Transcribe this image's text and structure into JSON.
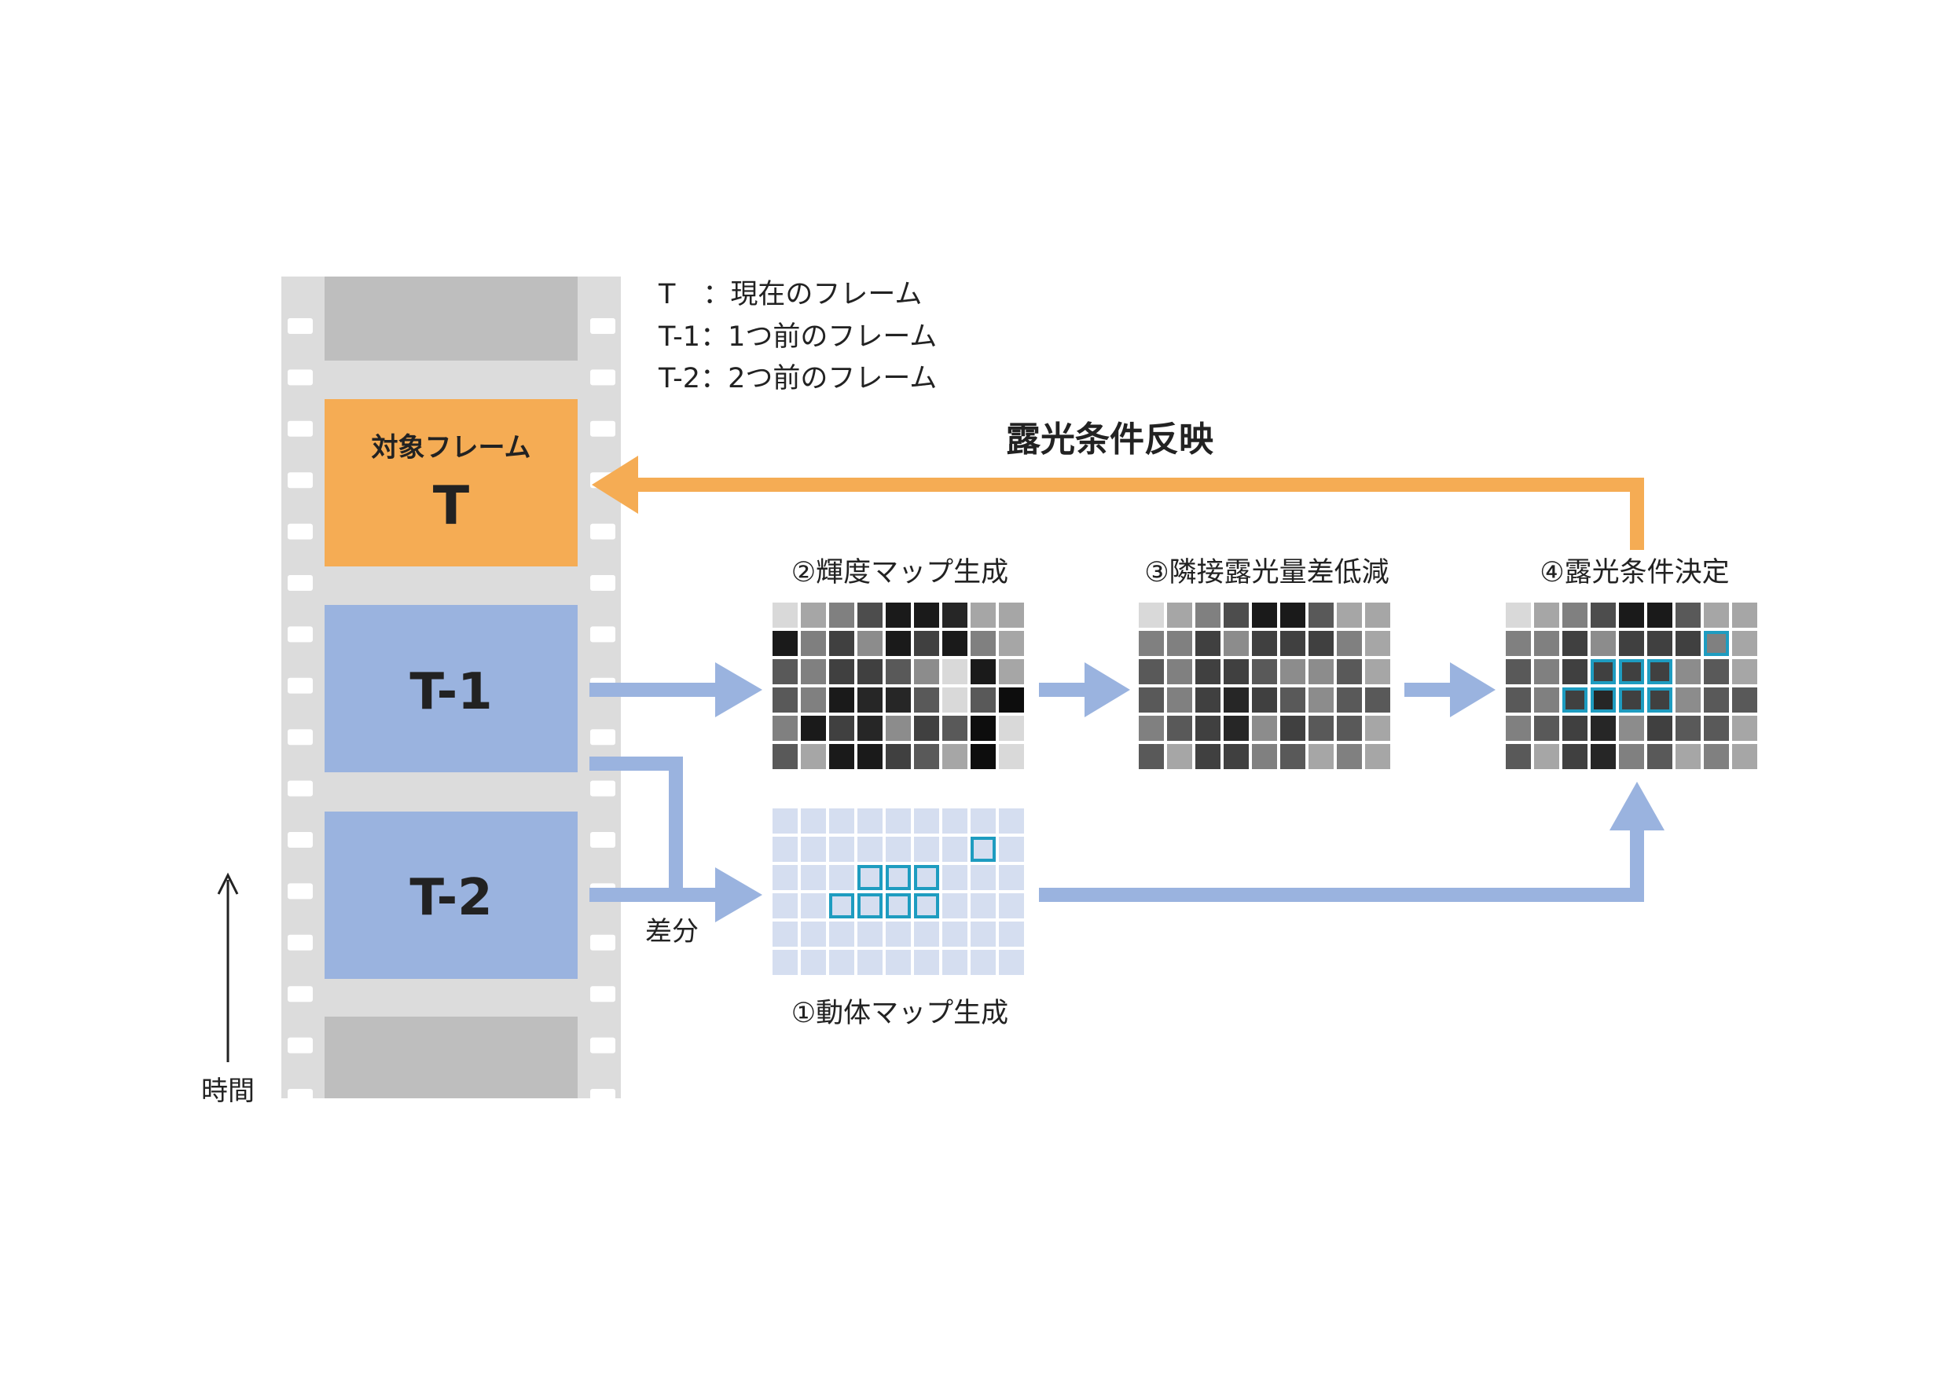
{
  "legend": {
    "lines": [
      "T　：現在のフレーム",
      "T-1：1つ前のフレーム",
      "T-2：2つ前のフレーム"
    ]
  },
  "frames": {
    "target_caption": "対象フレーム",
    "target_label": "T",
    "t1_label": "T-1",
    "t2_label": "T-2"
  },
  "labels": {
    "feedback": "露光条件反映",
    "step1": "①動体マップ生成",
    "step2": "②輝度マップ生成",
    "step3": "③隣接露光量差低減",
    "step4": "④露光条件決定",
    "diff": "差分",
    "time": "時間"
  },
  "colors": {
    "orange": "#F5AC54",
    "blue": "#9AB3DF",
    "film": "#DCDCDC",
    "film_frame": "#BEBEBE",
    "highlight": "#1E9CC0",
    "motion_cell": "#D5DEF0"
  },
  "grids": {
    "luminance": [
      [
        "#d9d9d9",
        "#a6a6a6",
        "#808080",
        "#4d4d4d",
        "#1a1a1a",
        "#1a1a1a",
        "#262626",
        "#a6a6a6",
        "#a6a6a6"
      ],
      [
        "#1a1a1a",
        "#7f7f7f",
        "#404040",
        "#8c8c8c",
        "#1a1a1a",
        "#404040",
        "#1a1a1a",
        "#808080",
        "#a6a6a6"
      ],
      [
        "#595959",
        "#808080",
        "#404040",
        "#404040",
        "#595959",
        "#8c8c8c",
        "#d9d9d9",
        "#1a1a1a",
        "#a6a6a6"
      ],
      [
        "#595959",
        "#808080",
        "#1a1a1a",
        "#262626",
        "#262626",
        "#595959",
        "#d9d9d9",
        "#595959",
        "#0d0d0d"
      ],
      [
        "#808080",
        "#1a1a1a",
        "#404040",
        "#262626",
        "#8c8c8c",
        "#404040",
        "#595959",
        "#0d0d0d",
        "#d9d9d9"
      ],
      [
        "#595959",
        "#a6a6a6",
        "#1a1a1a",
        "#1a1a1a",
        "#404040",
        "#595959",
        "#a6a6a6",
        "#0d0d0d",
        "#d9d9d9"
      ]
    ],
    "smoothed": [
      [
        "#d9d9d9",
        "#a6a6a6",
        "#808080",
        "#4d4d4d",
        "#1a1a1a",
        "#1a1a1a",
        "#595959",
        "#a6a6a6",
        "#a6a6a6"
      ],
      [
        "#808080",
        "#808080",
        "#404040",
        "#8c8c8c",
        "#404040",
        "#404040",
        "#404040",
        "#808080",
        "#a6a6a6"
      ],
      [
        "#595959",
        "#808080",
        "#404040",
        "#404040",
        "#595959",
        "#8c8c8c",
        "#8c8c8c",
        "#595959",
        "#a6a6a6"
      ],
      [
        "#595959",
        "#808080",
        "#404040",
        "#262626",
        "#404040",
        "#595959",
        "#8c8c8c",
        "#595959",
        "#595959"
      ],
      [
        "#808080",
        "#595959",
        "#404040",
        "#262626",
        "#8c8c8c",
        "#404040",
        "#595959",
        "#595959",
        "#a6a6a6"
      ],
      [
        "#595959",
        "#a6a6a6",
        "#404040",
        "#404040",
        "#808080",
        "#595959",
        "#a6a6a6",
        "#808080",
        "#a6a6a6"
      ]
    ],
    "final": [
      [
        "#d9d9d9",
        "#a6a6a6",
        "#808080",
        "#4d4d4d",
        "#1a1a1a",
        "#1a1a1a",
        "#595959",
        "#a6a6a6",
        "#a6a6a6"
      ],
      [
        "#808080",
        "#808080",
        "#404040",
        "#8c8c8c",
        "#404040",
        "#404040",
        "#404040",
        "#808080",
        "#a6a6a6"
      ],
      [
        "#595959",
        "#808080",
        "#404040",
        "#404040",
        "#404040",
        "#404040",
        "#8c8c8c",
        "#595959",
        "#a6a6a6"
      ],
      [
        "#595959",
        "#808080",
        "#404040",
        "#262626",
        "#404040",
        "#404040",
        "#8c8c8c",
        "#595959",
        "#595959"
      ],
      [
        "#808080",
        "#595959",
        "#404040",
        "#262626",
        "#8c8c8c",
        "#404040",
        "#595959",
        "#595959",
        "#a6a6a6"
      ],
      [
        "#595959",
        "#a6a6a6",
        "#404040",
        "#262626",
        "#808080",
        "#595959",
        "#a6a6a6",
        "#808080",
        "#a6a6a6"
      ]
    ],
    "motion_cells": [
      [
        1,
        7
      ],
      [
        2,
        3
      ],
      [
        2,
        4
      ],
      [
        2,
        5
      ],
      [
        3,
        2
      ],
      [
        3,
        3
      ],
      [
        3,
        4
      ],
      [
        3,
        5
      ]
    ],
    "final_highlight_cells": [
      [
        1,
        7
      ],
      [
        2,
        3
      ],
      [
        2,
        4
      ],
      [
        2,
        5
      ],
      [
        3,
        2
      ],
      [
        3,
        3
      ],
      [
        3,
        4
      ],
      [
        3,
        5
      ]
    ]
  }
}
